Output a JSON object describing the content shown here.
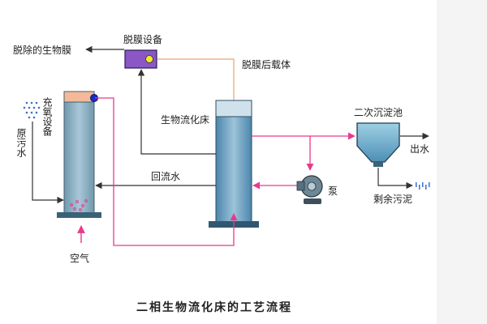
{
  "diagram": {
    "caption": "二相生物流化床的工艺流程",
    "labels": {
      "stripping_equipment": "脱膜设备",
      "removed_biofilm": "脱除的生物膜",
      "stripped_carrier": "脱膜后载体",
      "oxygen_equipment": "充氧设备",
      "raw_sewage": "原污水",
      "fluidized_bed": "生物流化床",
      "secondary_clarifier": "二次沉淀池",
      "effluent": "出水",
      "return_water": "回流水",
      "pump": "泵",
      "excess_sludge": "剩余污泥",
      "air": "空气"
    },
    "colors": {
      "pink_line": "#e83a8c",
      "orange_line": "#f0a070",
      "dark_line": "#333333",
      "tank_fill": "#8fb6cc",
      "tank_top": "#f5b99a",
      "stripper_fill": "#8a57c4"
    },
    "icons": {
      "pump": "centrifugal-pump-icon",
      "indicator": "valve-dot-icon"
    }
  }
}
